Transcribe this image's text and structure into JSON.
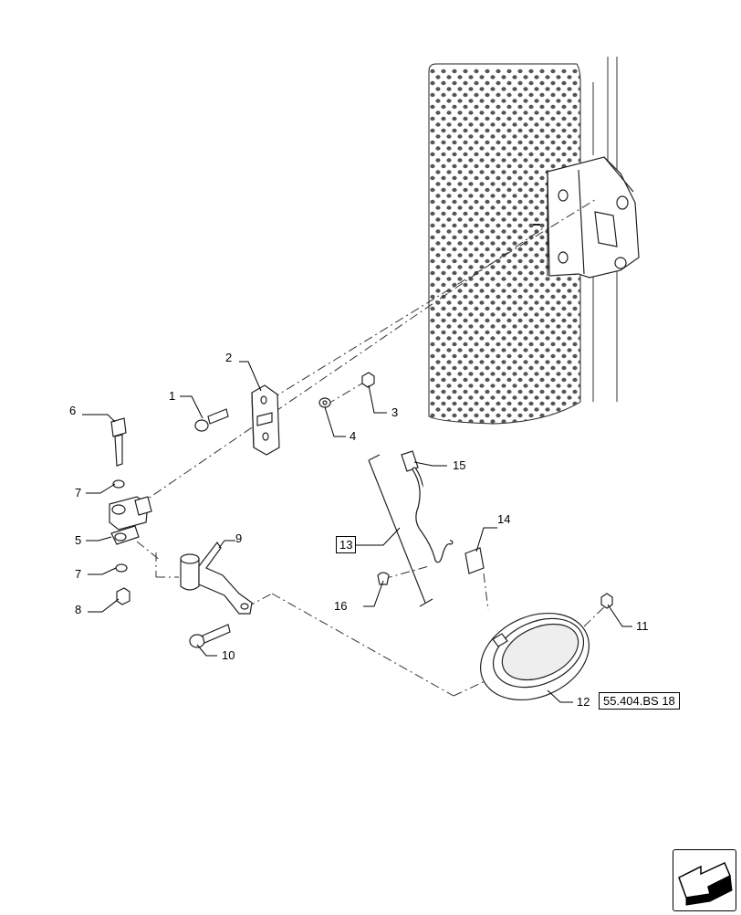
{
  "callouts": {
    "c1": "1",
    "c2": "2",
    "c3": "3",
    "c4": "4",
    "c5": "5",
    "c6": "6",
    "c7a": "7",
    "c7b": "7",
    "c8": "8",
    "c9": "9",
    "c10": "10",
    "c11": "11",
    "c12": "12",
    "c13": "13",
    "c14": "14",
    "c15": "15",
    "c16": "16"
  },
  "reference": {
    "label": "55.404.BS 18"
  },
  "icons": {
    "nav": "arrow-navigation-icon"
  }
}
